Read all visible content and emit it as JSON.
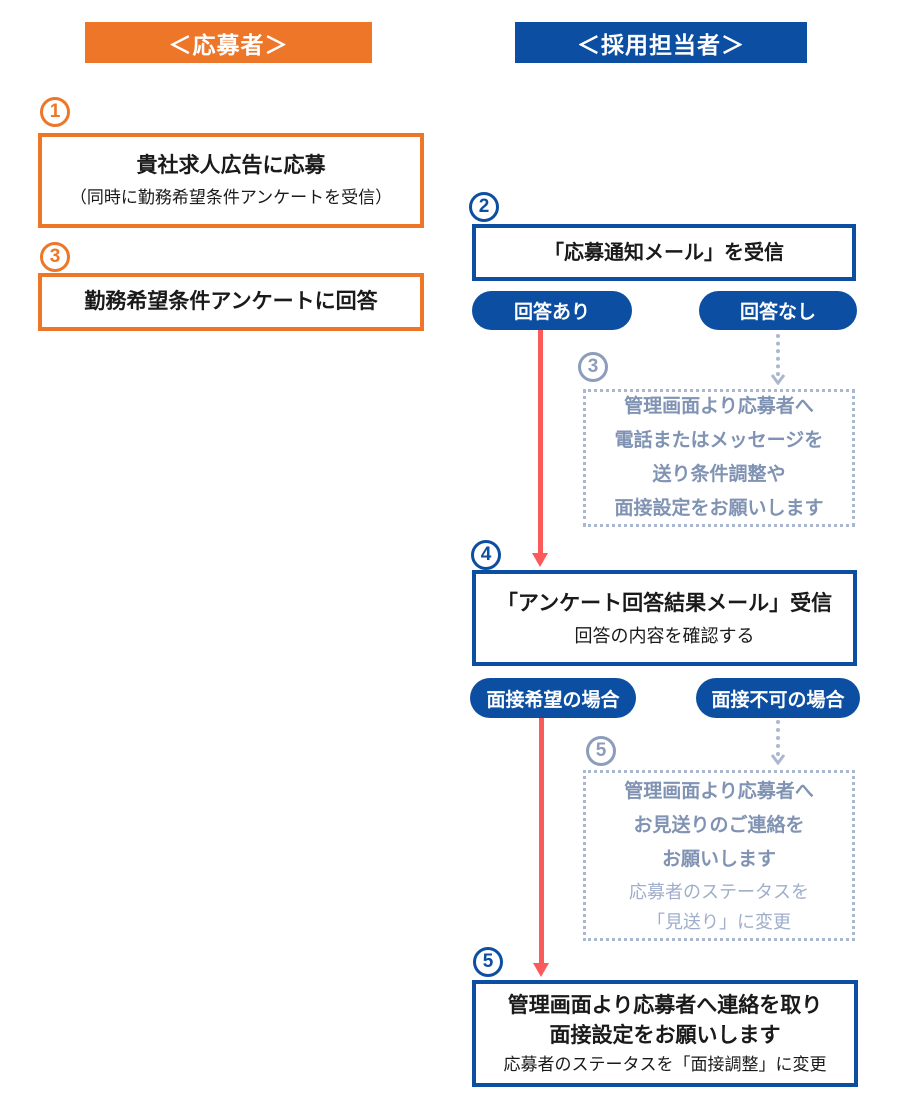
{
  "colors": {
    "orange": "#ED7628",
    "blue": "#0C4EA2",
    "red_arrow": "#FB5A5A",
    "muted_blue_border": "#A9B7D0",
    "muted_blue_text": "#8093B3",
    "muted_blue_text_light": "#9FAECB",
    "text": "#1A1A1A"
  },
  "headers": {
    "applicant": "＜応募者＞",
    "recruiter": "＜採用担当者＞"
  },
  "applicant": {
    "step1": {
      "num": "1",
      "title": "貴社求人広告に応募",
      "subtitle": "（同時に勤務希望条件アンケートを受信）"
    },
    "step3": {
      "num": "3",
      "title": "勤務希望条件アンケートに回答"
    }
  },
  "recruiter": {
    "step2": {
      "num": "2",
      "title": "「応募通知メール」を受信"
    },
    "branch_answer": {
      "yes": "回答あり",
      "no": "回答なし"
    },
    "step3_no_answer": {
      "num": "3",
      "text": "管理画面より応募者へ\n電話またはメッセージを\n送り条件調整や\n面接設定をお願いします"
    },
    "step4": {
      "num": "4",
      "title": "「アンケート回答結果メール」受信",
      "subtitle": "回答の内容を確認する"
    },
    "branch_interview": {
      "yes": "面接希望の場合",
      "no": "面接不可の場合"
    },
    "step5_decline": {
      "num": "5",
      "text_bold": "管理画面より応募者へ\nお見送りのご連絡を\nお願いします",
      "text_light": "応募者のステータスを\n「見送り」に変更"
    },
    "step5_interview": {
      "num": "5",
      "title": "管理画面より応募者へ連絡を取り\n面接設定をお願いします",
      "subtitle": "応募者のステータスを「面接調整」に変更"
    }
  }
}
